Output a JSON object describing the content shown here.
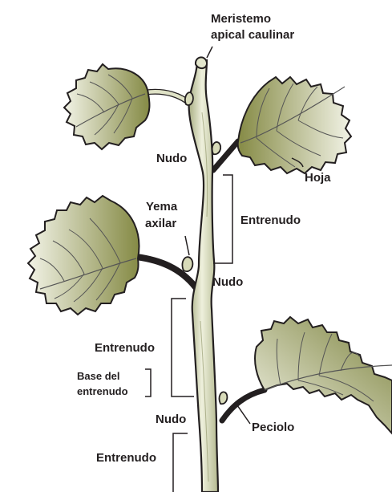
{
  "labels": {
    "meristem_line1": "Meristemo",
    "meristem_line2": "apical caulinar",
    "nudo_top": "Nudo",
    "hoja": "Hoja",
    "yema_line1": "Yema",
    "yema_line2": "axilar",
    "entrenudo_right": "Entrenudo",
    "nudo_mid": "Nudo",
    "entrenudo_left": "Entrenudo",
    "base_line1": "Base del",
    "base_line2": "entrenudo",
    "nudo_bottom": "Nudo",
    "peciolo": "Peciolo",
    "entrenudo_bottom": "Entrenudo"
  },
  "colors": {
    "stem_light": "#eef0dc",
    "stem_dark": "#a9ae84",
    "leaf_light": "#f2f3e6",
    "leaf_dark": "#858a45",
    "outline": "#231f20",
    "vein": "#555555"
  }
}
